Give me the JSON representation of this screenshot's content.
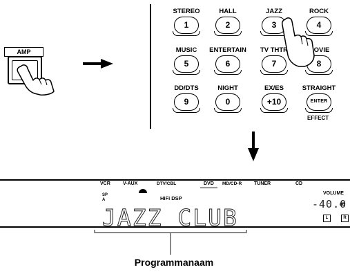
{
  "amp_button": {
    "label": "AMP"
  },
  "keypad": {
    "keys": [
      {
        "label": "STEREO",
        "key": "1"
      },
      {
        "label": "HALL",
        "key": "2"
      },
      {
        "label": "JAZZ",
        "key": "3"
      },
      {
        "label": "ROCK",
        "key": "4"
      },
      {
        "label": "MUSIC",
        "key": "5"
      },
      {
        "label": "ENTERTAIN",
        "key": "6"
      },
      {
        "label": "TV THTR",
        "key": "7"
      },
      {
        "label": "MOVIE",
        "key": "8"
      },
      {
        "label": "DD/DTS",
        "key": "9"
      },
      {
        "label": "NIGHT",
        "key": "0"
      },
      {
        "label": "EX/ES",
        "key": "+10"
      },
      {
        "label": "STRAIGHT",
        "key": "ENTER"
      }
    ],
    "effect_label": "EFFECT"
  },
  "display": {
    "sources": [
      "VCR",
      "V-AUX",
      "DTV/CBL",
      "DVD",
      "MD/CD-R",
      "TUNER",
      "CD"
    ],
    "sp_label": "SP",
    "sp_sub": "A",
    "hifi_dsp": "HiFi DSP",
    "volume_label": "VOLUME",
    "volume_value": "-40.0",
    "db_label": "dB",
    "left_indicator": "L",
    "right_indicator": "R",
    "program_text": "JAZZ CLUB"
  },
  "caption": "Programmanaam"
}
